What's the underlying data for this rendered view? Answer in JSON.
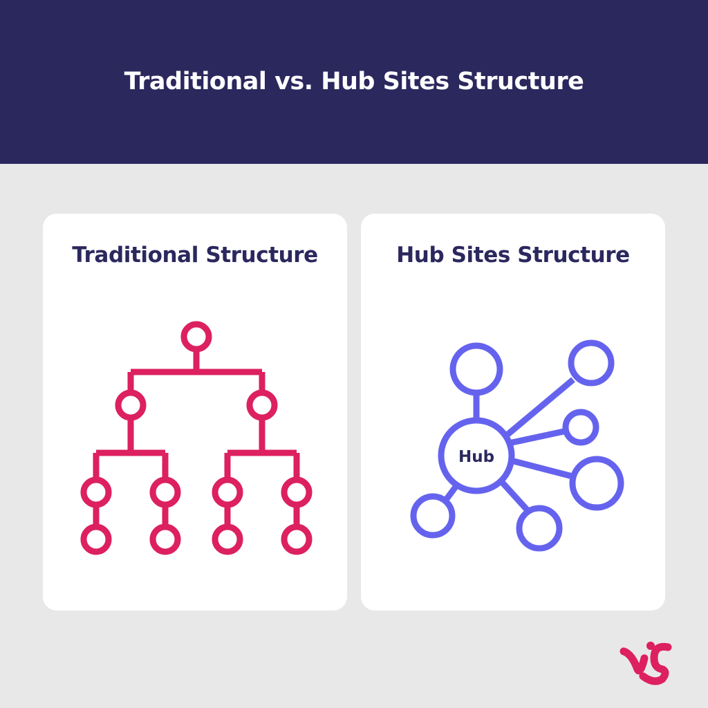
{
  "header": {
    "title": "Traditional vs. Hub Sites Structure"
  },
  "traditional": {
    "title": "Traditional Structure",
    "icon": "hierarchy-tree-icon",
    "color": "#dc2060"
  },
  "hub": {
    "title": "Hub Sites Structure",
    "center_label": "Hub",
    "icon": "hub-network-icon",
    "color": "#6563ee"
  },
  "brand": {
    "logo": "brand-logo-icon",
    "color": "#dc2060"
  },
  "colors": {
    "header_bg": "#2b285e",
    "page_bg": "#e8e8e8",
    "card_bg": "#ffffff",
    "text_dark": "#2b285e"
  }
}
